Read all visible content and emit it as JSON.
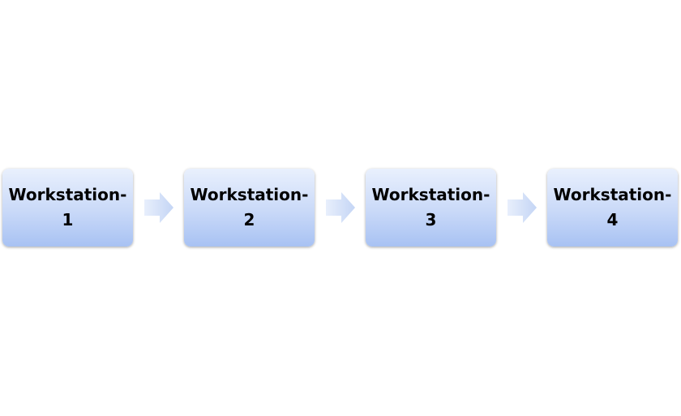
{
  "diagram": {
    "steps": [
      {
        "label": "Workstation-\n1"
      },
      {
        "label": "Workstation-\n2"
      },
      {
        "label": "Workstation-\n3"
      },
      {
        "label": "Workstation-\n4"
      }
    ],
    "colors": {
      "box_top": "#e9f0fd",
      "box_bottom": "#a8c2f3",
      "arrow_left": "#e8effc",
      "arrow_right": "#c4d5f5"
    },
    "connector_icon": "right-arrow-icon"
  }
}
